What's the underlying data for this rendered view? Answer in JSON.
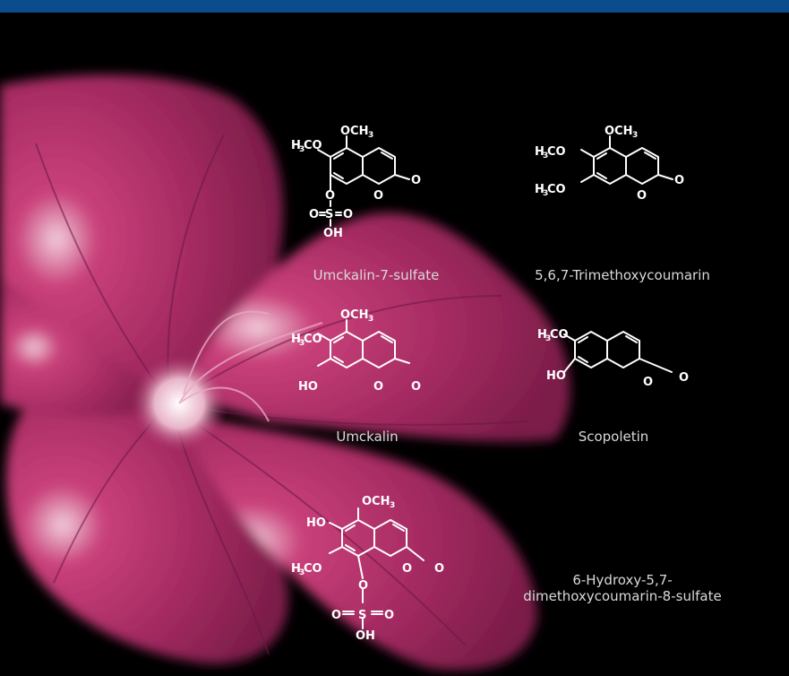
{
  "colors": {
    "header_bar": "#0b4d8c",
    "background": "#000000",
    "petal": "#a82a63",
    "text": "#d9d9d9"
  },
  "compounds": [
    {
      "name": "Umckalin-7-sulfate"
    },
    {
      "name": "5,6,7-Trimethoxycoumarin"
    },
    {
      "name": "Umckalin"
    },
    {
      "name": "Scopoletin"
    },
    {
      "name": "6-Hydroxy-5,7-\ndimethoxycoumarin-8-sulfate"
    }
  ],
  "labels": {
    "och3": "OCH",
    "h3co": "H",
    "co": "CO",
    "sub3": "3",
    "o": "O",
    "s": "S",
    "oh": "OH",
    "ho": "HO"
  },
  "icons": [
    "flower-image",
    "chemical-structure"
  ]
}
